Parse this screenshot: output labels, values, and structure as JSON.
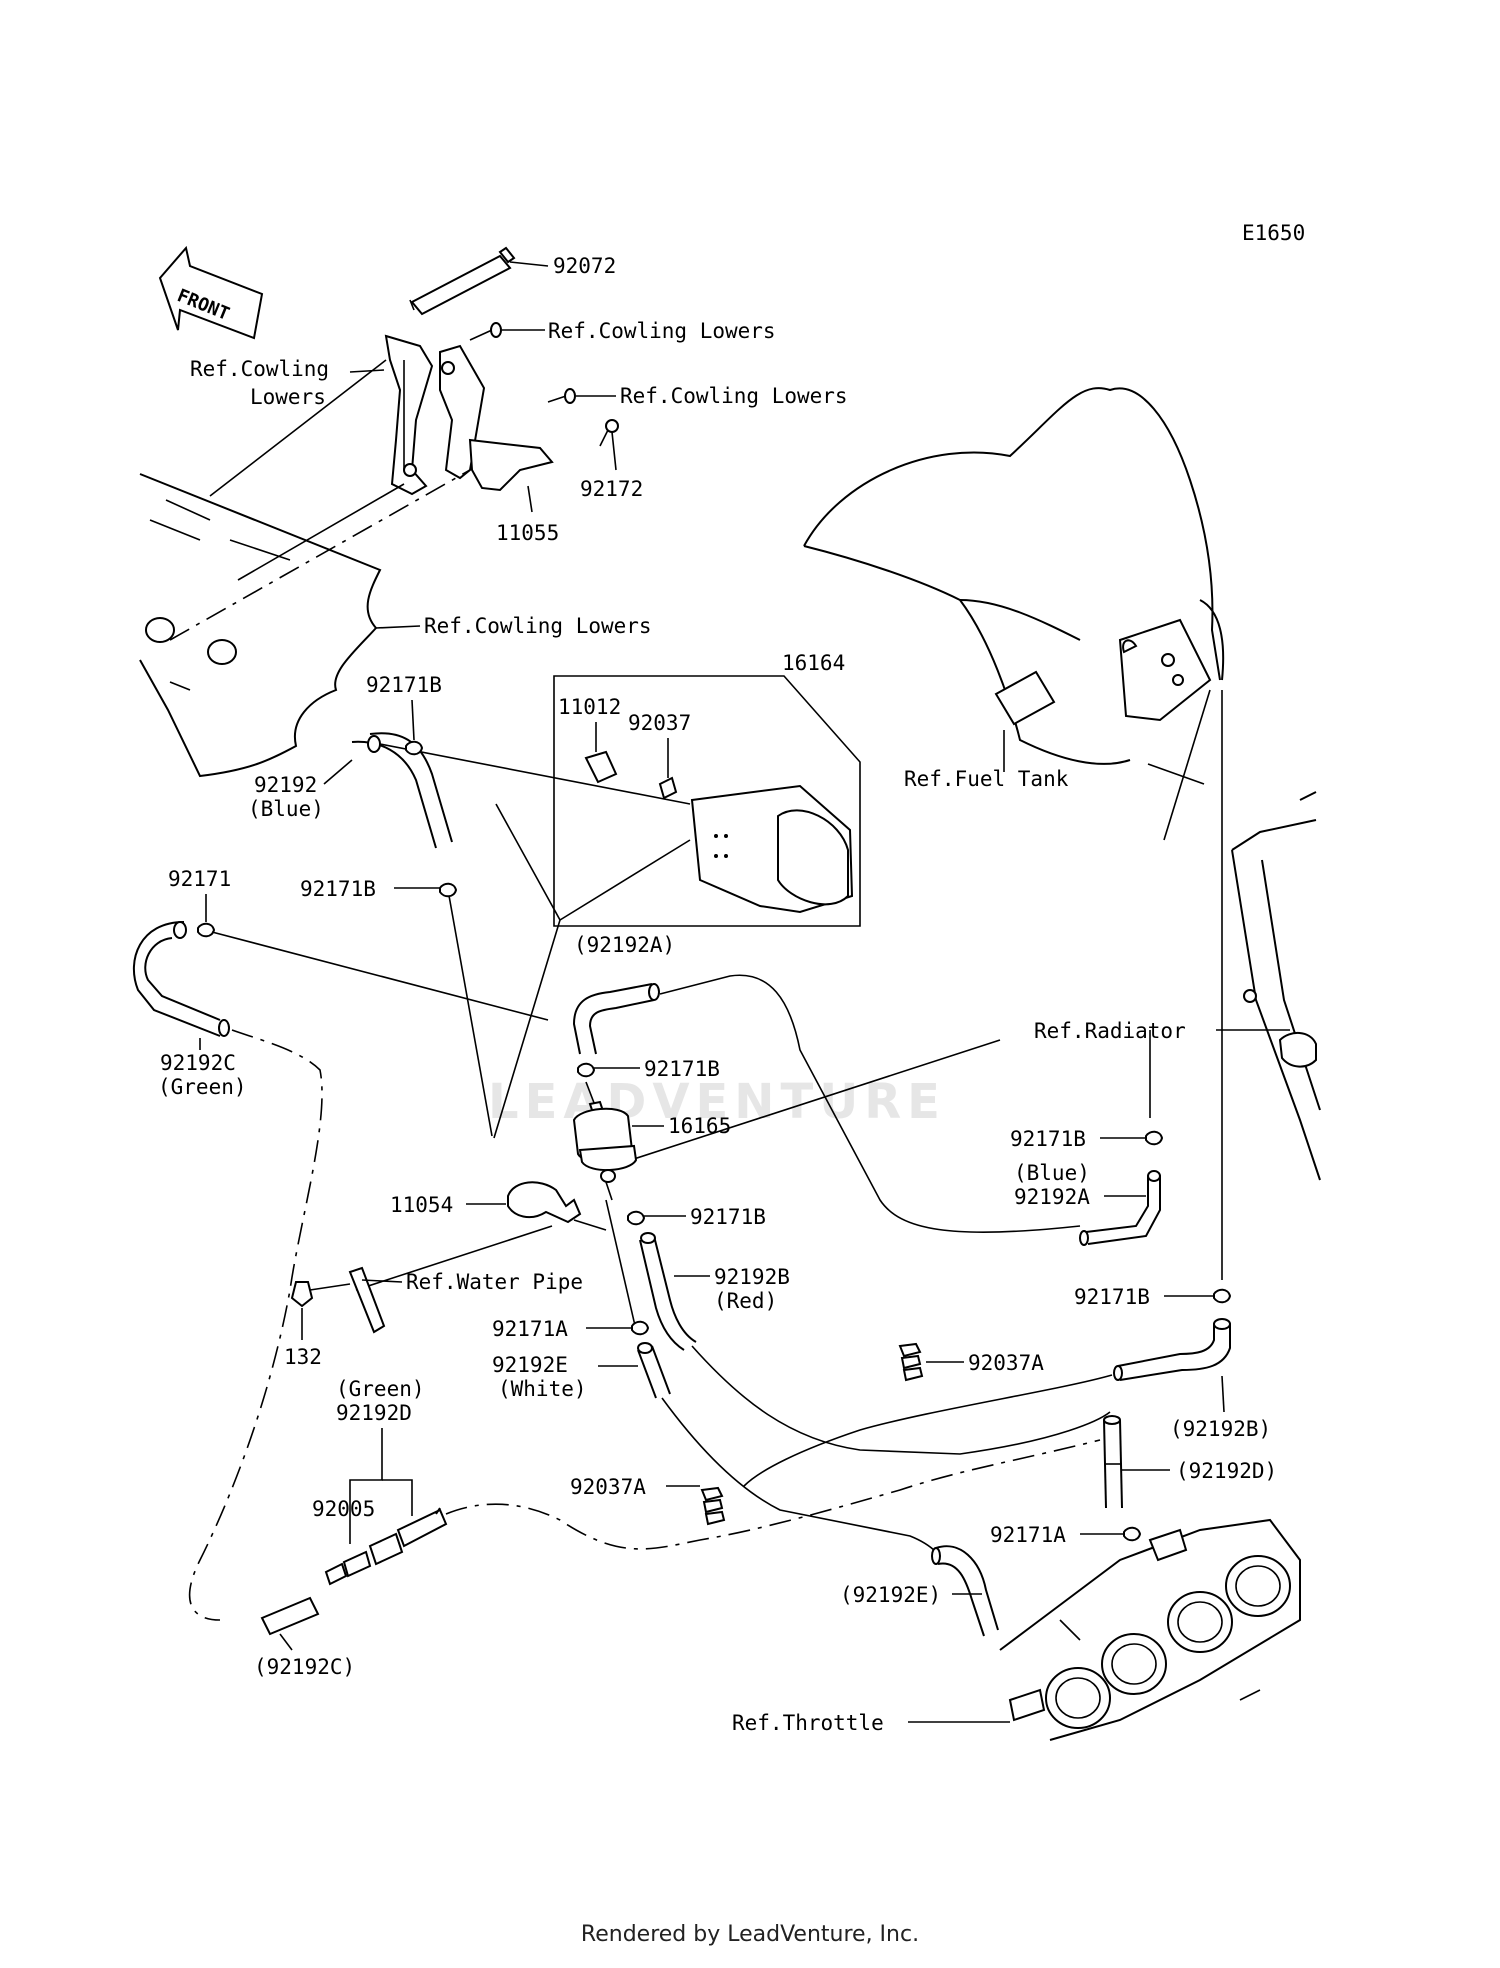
{
  "diagram_code": "E1650",
  "front_label": "FRONT",
  "watermark": "LEADVENTURE",
  "footer": "Rendered by LeadVenture, Inc.",
  "labels": {
    "p92072": "92072",
    "ref_cowl_1": "Ref.Cowling Lowers",
    "ref_cowl_left_a": "Ref.Cowling",
    "ref_cowl_left_b": "Lowers",
    "ref_cowl_2": "Ref.Cowling Lowers",
    "p92172": "92172",
    "p11055": "11055",
    "ref_cowl_3": "Ref.Cowling Lowers",
    "p16164": "16164",
    "p11012": "11012",
    "p92037": "92037",
    "p92171B_1": "92171B",
    "p92192": "92192",
    "blue_1": "(Blue)",
    "ref_fuel_tank": "Ref.Fuel Tank",
    "p92171": "92171",
    "p92171B_2": "92171B",
    "p92192A_paren": "(92192A)",
    "ref_radiator": "Ref.Radiator",
    "p92192C": "92192C",
    "green_1": "(Green)",
    "p92171B_3": "92171B",
    "p16165": "16165",
    "p92171B_4": "92171B",
    "blue_2": "(Blue)",
    "p92192A": "92192A",
    "p11054": "11054",
    "p92171B_5": "92171B",
    "ref_water_pipe": "Ref.Water Pipe",
    "p92192B": "92192B",
    "red": "(Red)",
    "p92171B_6": "92171B",
    "p132": "132",
    "p92171A_1": "92171A",
    "p92192E": "92192E",
    "white": "(White)",
    "p92037A_1": "92037A",
    "p92192B_paren": "(92192B)",
    "green_2": "(Green)",
    "p92192D": "92192D",
    "p92192D_paren": "(92192D)",
    "p92037A_2": "92037A",
    "p92005": "92005",
    "p92171A_2": "92171A",
    "p92192E_paren": "(92192E)",
    "p92192C_paren": "(92192C)",
    "ref_throttle": "Ref.Throttle"
  }
}
